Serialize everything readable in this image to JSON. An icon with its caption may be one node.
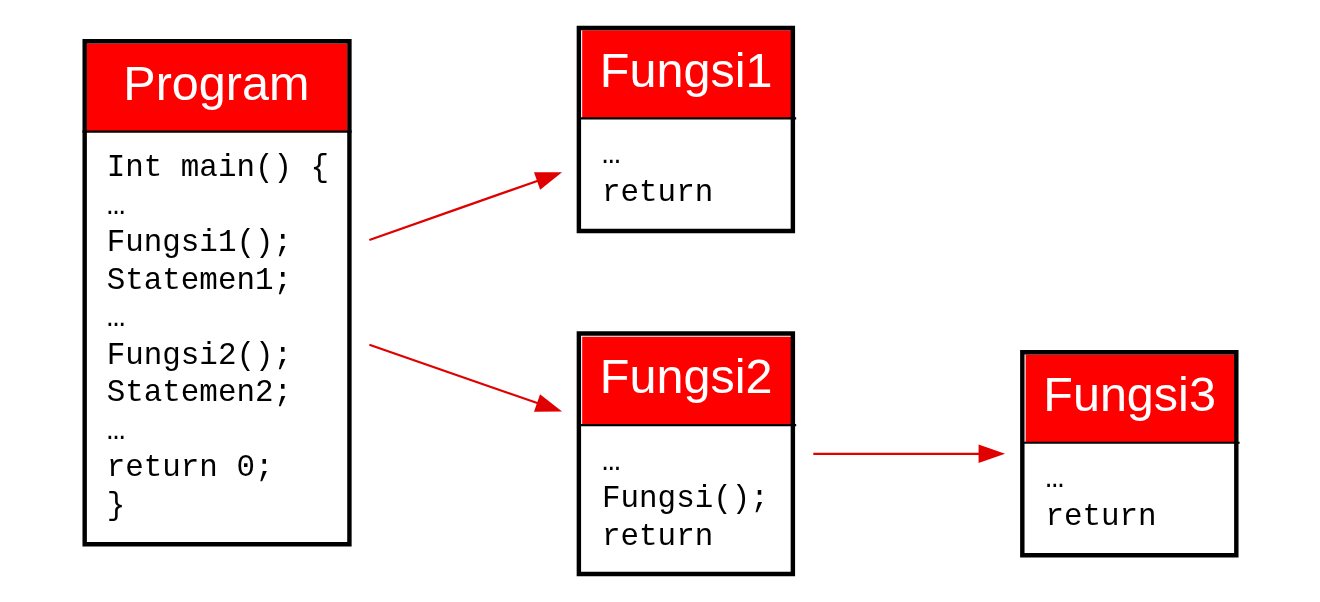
{
  "diagram": {
    "nodes": [
      {
        "text": [
          "Program",
          "Int main() {",
          "…",
          "Fungsi1();",
          "Statemen1;",
          "…",
          "Fungsi2();",
          "Statemen2;",
          "…",
          "return 0;",
          "}"
        ]
      },
      {
        "text": [
          "Fungsi1",
          "…",
          "return"
        ]
      },
      {
        "text": [
          "Fungsi2",
          "…",
          "Fungsi();",
          "return"
        ]
      },
      {
        "text": [
          "Fungsi3",
          "…",
          "return"
        ]
      }
    ],
    "edges": [
      {
        "from": 0,
        "to": 1,
        "arrow": "to"
      },
      {
        "from": 0,
        "to": 2,
        "arrow": "to"
      },
      {
        "from": 2,
        "to": 3,
        "arrow": "to"
      }
    ]
  }
}
